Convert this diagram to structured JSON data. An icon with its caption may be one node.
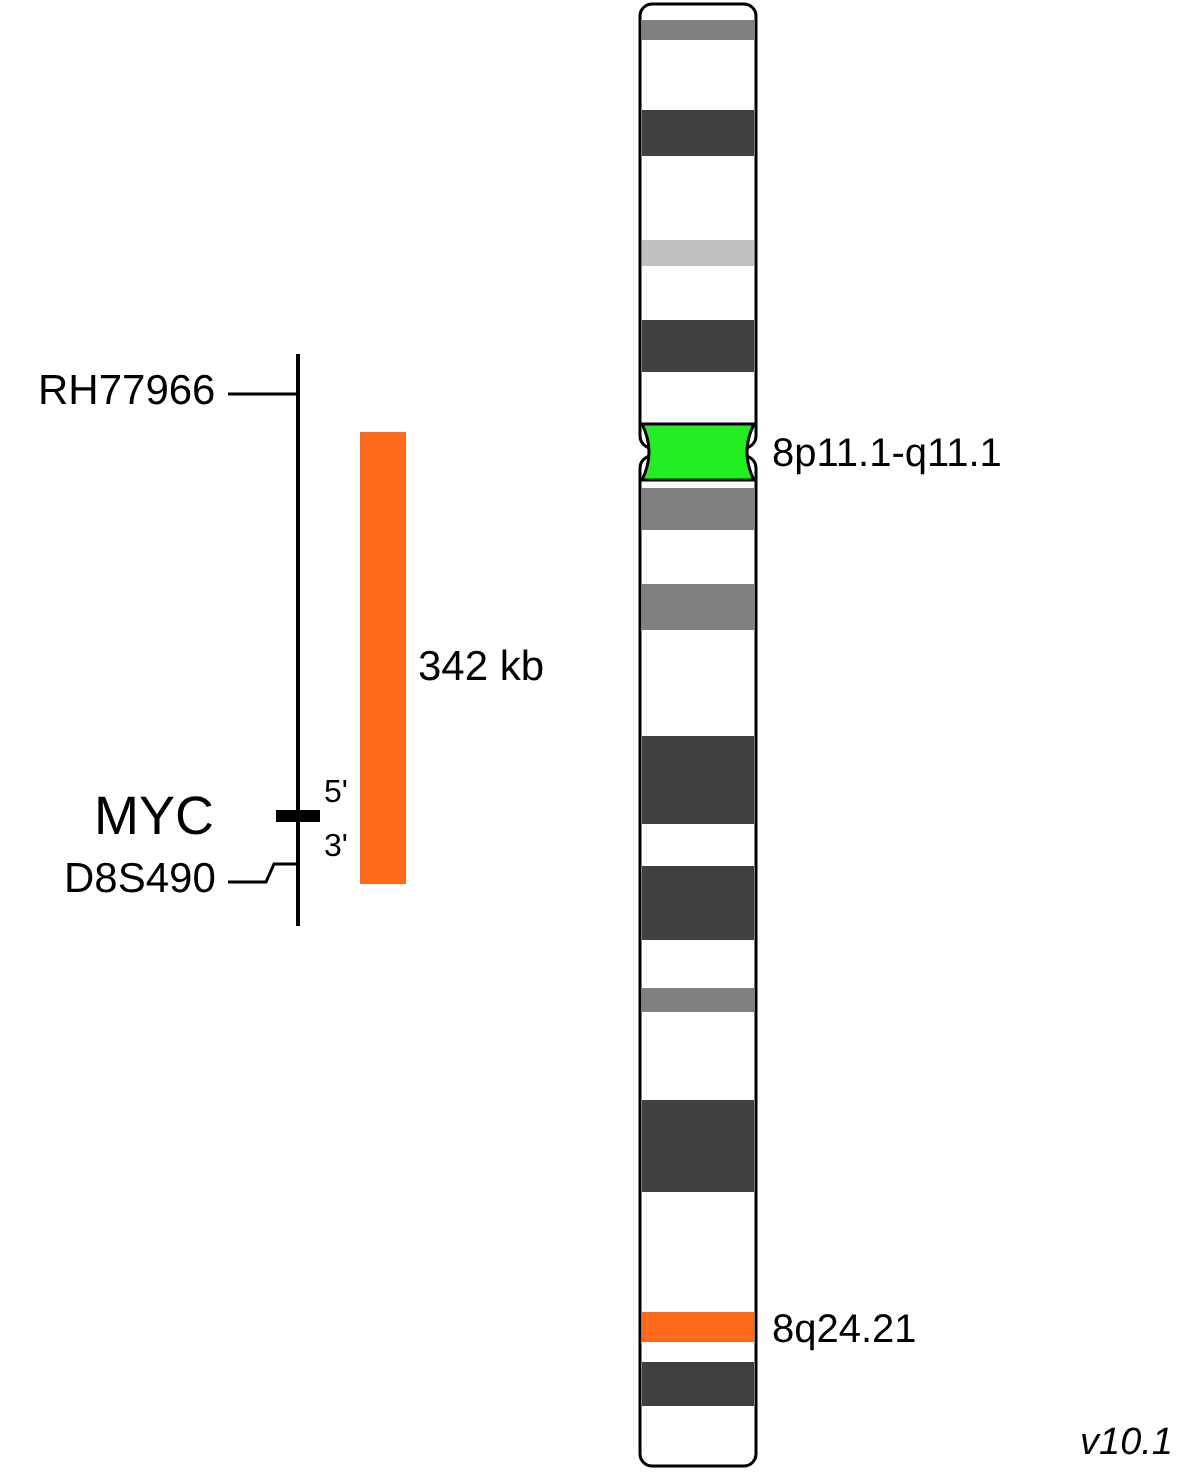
{
  "diagram": {
    "nodes": [
      {
        "text": [
          "RH77966"
        ]
      },
      {
        "text": [
          "D8S490"
        ]
      },
      {
        "text": [],
        "shape": "bar",
        "beside": [
          "342 kb"
        ]
      }
    ],
    "edges": [
      {
        "from": 0,
        "to": null,
        "arrow": "none"
      },
      {
        "from": 1,
        "to": null,
        "arrow": "none"
      }
    ],
    "labels": [
      "MYC",
      "5'",
      "3'",
      "8p11.1-q11.1",
      "8q24.21",
      "v10.1"
    ]
  }
}
